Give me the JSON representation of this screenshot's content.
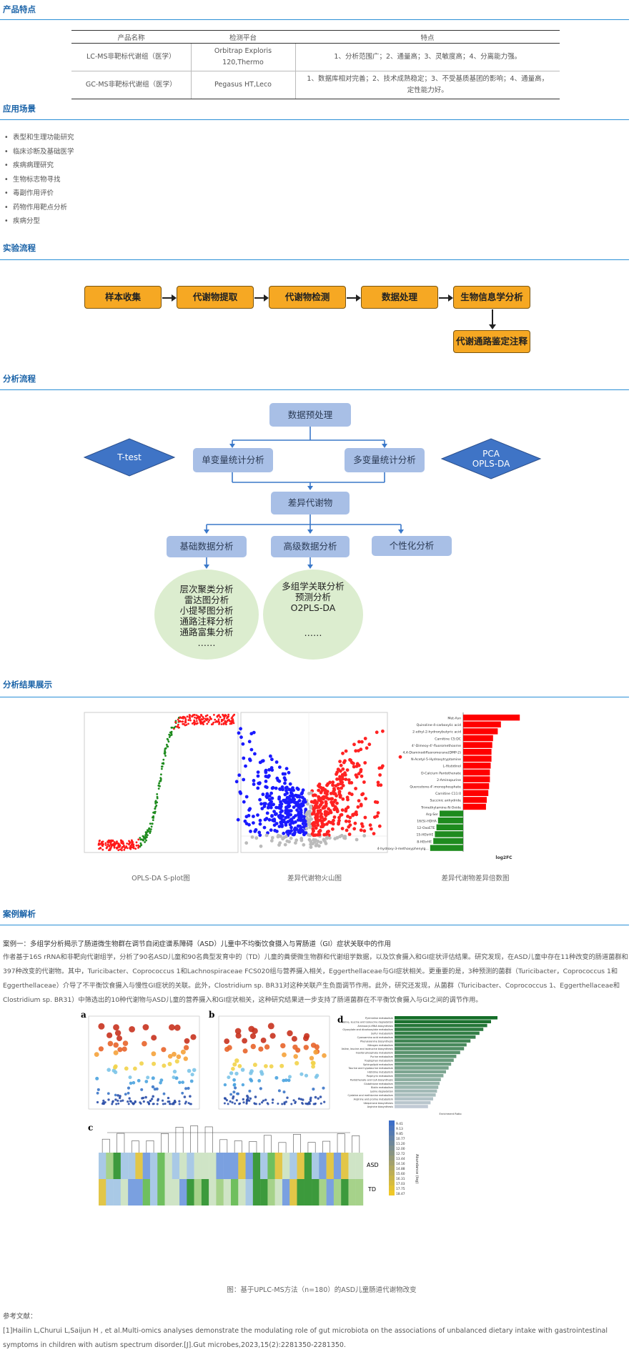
{
  "sections": {
    "features": "产品特点",
    "scenes": "应用场景",
    "process": "实验流程",
    "analysis": "分析流程",
    "results": "分析结果展示",
    "cases": "案例解析"
  },
  "product_table": {
    "headers": [
      "产品名称",
      "检测平台",
      "特点"
    ],
    "rows": [
      {
        "name": "LC-MS非靶标代谢组（医学）",
        "platform": "Orbitrap Exploris 120,Thermo",
        "feature": "1、分析范围广；2、通量高；3、灵敏度高；4、分离能力强。"
      },
      {
        "name": "GC-MS非靶标代谢组（医学）",
        "platform": "Pegasus HT,Leco",
        "feature_line1": "1、数据库相对完善；2、技术成熟稳定；3、不受基质基团的影响；4、通量高，",
        "feature_line2": "定性能力好。"
      }
    ]
  },
  "scenes": [
    "表型和生理功能研究",
    "临床诊断及基础医学",
    "疾病病理研究",
    "生物标志物寻找",
    "毒副作用评价",
    "药物作用靶点分析",
    "疾病分型"
  ],
  "process_steps": [
    "样本收集",
    "代谢物提取",
    "代谢物检测",
    "数据处理",
    "生物信息学分析",
    "代谢通路鉴定注释"
  ],
  "analysis_flow": {
    "preprocess": "数据预处理",
    "univariate": "单变量统计分析",
    "multivariate": "多变量统计分析",
    "ttest": "T-test",
    "pca_line1": "PCA",
    "pca_line2": "OPLS-DA",
    "diff": "差异代谢物",
    "basic": "基础数据分析",
    "advanced": "高级数据分析",
    "custom": "个性化分析",
    "basic_items": [
      "层次聚类分析",
      "雷达图分析",
      "小提琴图分析",
      "通路注释分析",
      "通路富集分析",
      "……"
    ],
    "advanced_items": [
      "多组学关联分析",
      "预测分析",
      "O2PLS-DA",
      "……"
    ]
  },
  "results": {
    "captions": [
      "OPLS-DA S-plot图",
      "差异代谢物火山图",
      "差异代谢物差异倍数图"
    ],
    "foldchange_labels": [
      "Met-Asn",
      "Quinoline-4-carboxylic acid",
      "2-ethyl-2-hydroxybutyric acid",
      "Carnitine C5:DC",
      "4'-Dimeoy-4'-fluoromethoxrne",
      "4,4-Diaminodifluoromerane(DMP-2)",
      "N-Acetyl-5-Hydroxytryptamine",
      "L-Histidinol",
      "D-Calcium Pantothenate",
      "2-Aminopurine",
      "Quercetone-4'-monophosphate",
      "Carnitine C11:0",
      "Succinic anhydride",
      "Trimethylamine-N-Oxide",
      "Arg-Ser",
      "16(S)-HDHA",
      "12-OxoETE",
      "15-HEtrHE",
      "8-HEtrHE",
      "4-hydroxy-3-methoxyphenylg..."
    ],
    "foldchange_values": [
      3.6,
      2.4,
      2.2,
      1.9,
      1.85,
      1.8,
      1.8,
      1.75,
      1.7,
      1.7,
      1.65,
      1.6,
      1.5,
      1.45,
      -1.5,
      -1.6,
      -1.7,
      -1.8,
      -1.9,
      -2.1
    ],
    "xlabel": "log2FC"
  },
  "case": {
    "title": "案例一：多组学分析揭示了肠道微生物群在调节自闭症谱系障碍（ASD）儿童中不均衡饮食摄入与胃肠道（GI）症状关联中的作用",
    "paragraph": "作者基于16S rRNA和非靶向代谢组学，分析了90名ASD儿童和90名典型发育中的（TD）儿童的粪便微生物群和代谢组学数据，以及饮食摄入和GI症状评估结果。研究发现，在ASD儿童中存在11种改变的肠道菌群和397种改变的代谢物。其中，Turicibacter、Coprococcus 1和Lachnospiraceae FCS020组与营养摄入相关，Eggerthellaceae与GI症状相关。更重要的是，3种预测的菌群（Turicibacter，Coprococcus 1和Eggerthellaceae）介导了不平衡饮食摄入与慢性GI症状的关联。此外，Clostridium sp. BR31对这种关联产生负面调节作用。此外，研究还发现，从菌群（Turicibacter、Coprococcus 1、Eggerthellaceae和Clostridium sp. BR31）中筛选出的10种代谢物与ASD儿童的营养摄入和GI症状相关，这种研究结果进一步支持了肠道菌群在不平衡饮食摄入与GI之间的调节作用。",
    "figure_caption": "图：基于UPLC-MS方法（n=180）的ASD儿童肠道代谢物改变",
    "panels": [
      "a",
      "b",
      "c",
      "d"
    ],
    "heat_labels": [
      "ASD",
      "TD"
    ],
    "legend_title": "Abundance (log)",
    "legend_values": [
      "9.41",
      "9.13",
      "9.85",
      "10.77",
      "11.20",
      "12.00",
      "12.72",
      "13.44",
      "14.16",
      "14.88",
      "15.60",
      "16.31",
      "17.03",
      "17.75",
      "18.47"
    ],
    "pathways": [
      "Pyrimidine metabolism",
      "Valine, leucine and isoleucine degradation",
      "Aminoacyl-tRNA biosynthesis",
      "Glyoxylate and dicarboxylate metabolism",
      "Sulfur metabolism",
      "Cyanoamino acid metabolism",
      "Phenylalanine biosynthesis",
      "Nitrogen metabolism",
      "Valine, leucine and isoleucine biosynthesis",
      "Inositol phosphate metabolism",
      "Purine metabolism",
      "Tryptophan metabolism",
      "Sphingolipid metabolism",
      "Taurine and hypotaurine metabolism",
      "Histidine metabolism",
      "Porphyrin metabolism",
      "Pantothenate and CoA biosynthesis",
      "Glutathione metabolism",
      "Biotin metabolism",
      "Lysine degradation",
      "Cysteine and methionine metabolism",
      "Arginine and proline metabolism",
      "Ubiquinone biosynthesis",
      "Arginine biosynthesis"
    ],
    "pathway_values": [
      8.0,
      7.5,
      7.2,
      6.9,
      6.6,
      6.3,
      5.9,
      5.6,
      5.4,
      5.1,
      4.8,
      4.6,
      4.4,
      4.2,
      4.0,
      3.8,
      3.6,
      3.5,
      3.4,
      3.3,
      3.2,
      3.0,
      2.8,
      2.6
    ],
    "pathway_xlabel": "Enrichment Ratio"
  },
  "references": {
    "heading": "参考文献：",
    "item": "[1]Hailin L,Churui L,Saijun H , et al.Multi-omics analyses demonstrate the modulating role of gut microbiota on the associations of unbalanced dietary intake with gastrointestinal symptoms in children with autism spectrum disorder.[J].Gut microbes,2023,15(2):2281350-2281350."
  },
  "colors": {
    "accent": "#1a63a8",
    "process": "#f6a823",
    "analysis_box": "#a8bfe6",
    "diamond": "#3f74c6",
    "ellipse": "#dcedcf",
    "up": "#ff0000",
    "down": "#1e8b1e"
  }
}
